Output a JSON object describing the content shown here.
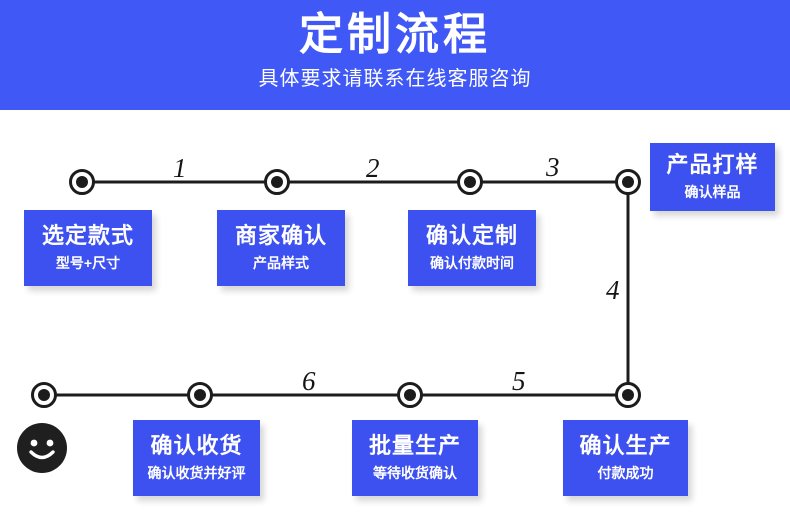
{
  "header": {
    "title": "定制流程",
    "subtitle": "具体要求请联系在线客服咨询",
    "bg_color": "#4058f5"
  },
  "theme": {
    "box_color": "#3d50f0",
    "line_color": "#1c1c1c",
    "text_color": "#ffffff"
  },
  "flow": {
    "steps": [
      {
        "number": "",
        "title": "选定款式",
        "subtitle": "型号+尺寸"
      },
      {
        "number": "1",
        "title": "商家确认",
        "subtitle": "产品样式"
      },
      {
        "number": "2",
        "title": "确认定制",
        "subtitle": "确认付款时间"
      },
      {
        "number": "3",
        "title": "产品打样",
        "subtitle": "确认样品"
      },
      {
        "number": "4",
        "title": "确认生产",
        "subtitle": "付款成功"
      },
      {
        "number": "5",
        "title": "批量生产",
        "subtitle": "等待收货确认"
      },
      {
        "number": "6",
        "title": "确认收货",
        "subtitle": "确认收货并好评"
      }
    ],
    "connector_labels": [
      "1",
      "2",
      "3",
      "4",
      "5",
      "6"
    ],
    "smiley_icon": "smiley-face-icon"
  }
}
